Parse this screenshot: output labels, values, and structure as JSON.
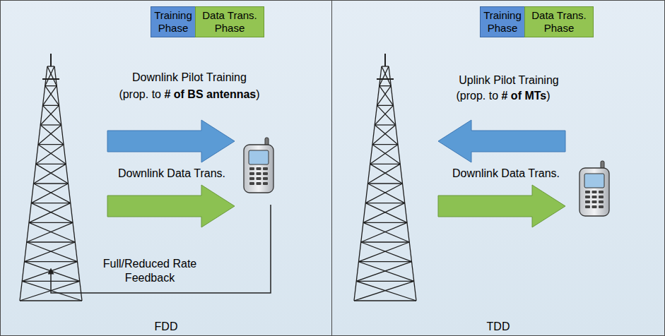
{
  "diagram": {
    "nodes": [
      {
        "text": [
          "FDD"
        ]
      },
      {
        "text": [
          "Training Phase"
        ],
        "in": 0
      },
      {
        "text": [
          "Data Trans. Phase"
        ],
        "in": 0
      },
      {
        "text": [
          "TDD"
        ]
      },
      {
        "text": [
          "Training Phase"
        ],
        "in": 3
      },
      {
        "text": [
          "Data Trans. Phase"
        ],
        "in": 3
      }
    ],
    "labels": [
      "Downlink Pilot Training",
      "(prop. to",
      "# of BS antennas",
      ")",
      "Downlink Data Trans.",
      "Full/Reduced Rate Feedback",
      "Uplink Pilot Training",
      "(prop. to",
      "# of MTs",
      ")",
      "Downlink Data Trans."
    ]
  }
}
